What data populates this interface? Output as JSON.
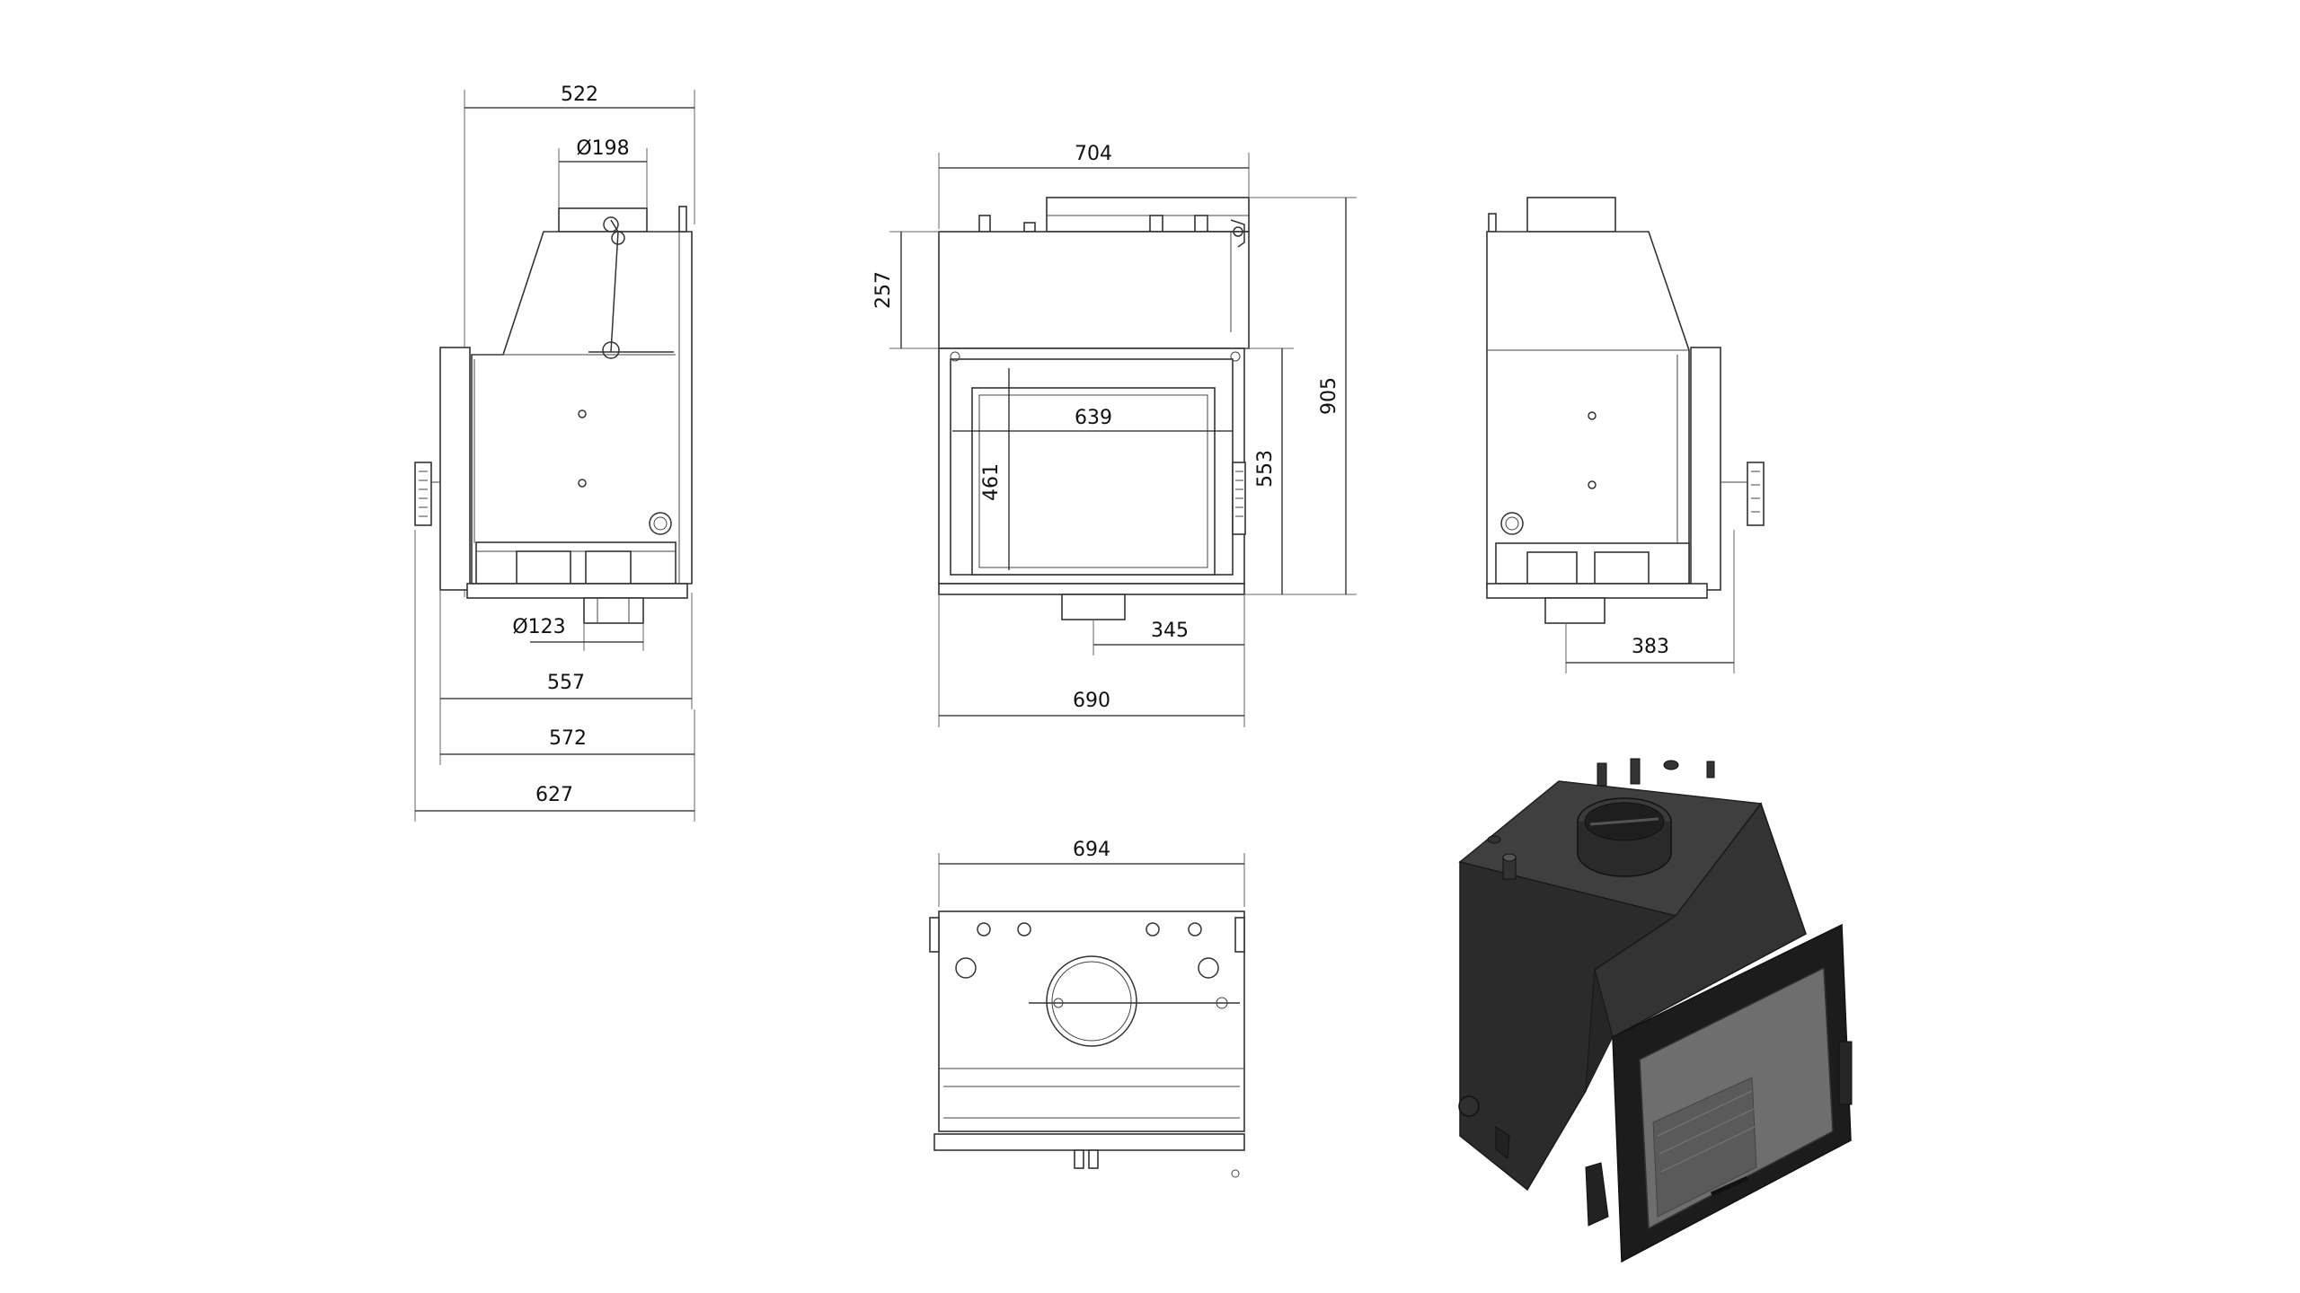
{
  "drawing": {
    "side_view_left": {
      "dims": {
        "total_depth": "522",
        "flue_diameter": "Ø198",
        "bottom_outlet_diameter": "Ø123",
        "depth_557": "557",
        "depth_572": "572",
        "depth_627": "627"
      }
    },
    "front_view": {
      "dims": {
        "top_width": "704",
        "upper_height": "257",
        "total_height": "905",
        "glass_width": "639",
        "glass_height": "461",
        "door_height": "553",
        "outlet_offset": "345",
        "base_width": "690"
      }
    },
    "side_view_right": {
      "dims": {
        "outlet_offset": "383"
      }
    },
    "top_view": {
      "dims": {
        "top_width": "694"
      }
    },
    "render_3d": {
      "colors": {
        "body": "#3a3a3a",
        "body_dark": "#262626",
        "glass": "#6e6e6e",
        "frame": "#1c1c1c"
      }
    }
  }
}
